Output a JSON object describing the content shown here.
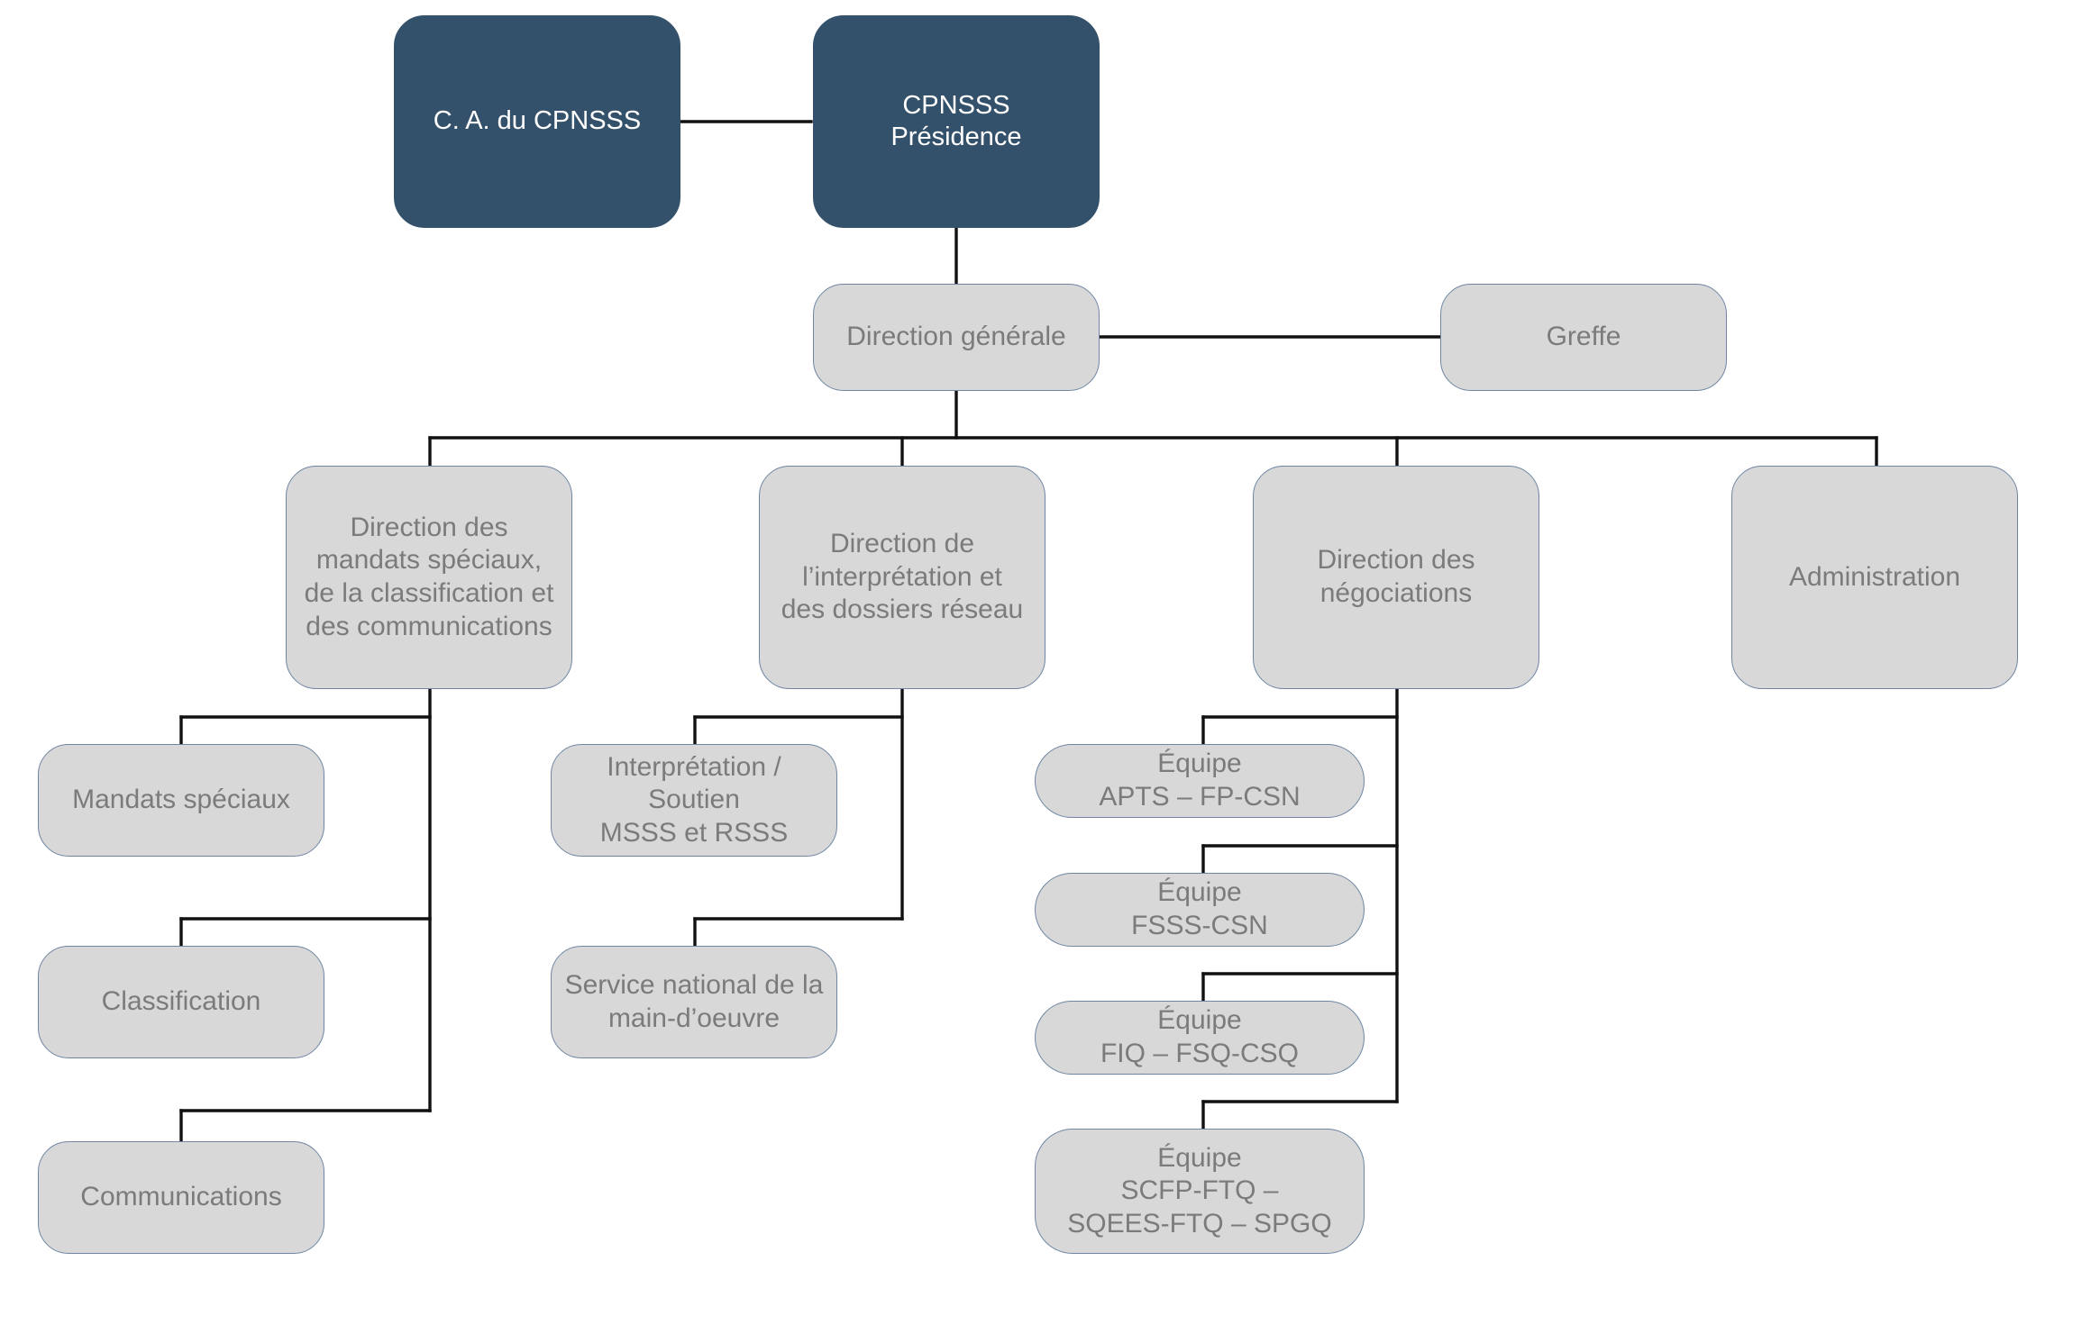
{
  "diagram": {
    "nodes": {
      "ca": "C. A. du CPNSSS",
      "presidence": "CPNSSS\nPrésidence",
      "direction_generale": "Direction générale",
      "greffe": "Greffe",
      "dir_mandats": "Direction des\nmandats spéciaux,\nde la classification et\ndes communications",
      "dir_interpretation": "Direction de\nl’interprétation et\ndes dossiers réseau",
      "dir_negociations": "Direction des\nnégociations",
      "administration": "Administration",
      "mandats_speciaux": "Mandats spéciaux",
      "classification": "Classification",
      "communications": "Communications",
      "interpretation_soutien": "Interprétation /\nSoutien\nMSSS et RSSS",
      "service_national": "Service national de la\nmain-d’oeuvre",
      "equipe_apts": "Équipe\nAPTS – FP-CSN",
      "equipe_fsss": "Équipe\nFSSS-CSN",
      "equipe_fiq": "Équipe\nFIQ – FSQ-CSQ",
      "equipe_scfp": "Équipe\nSCFP-FTQ –\nSQEES-FTQ – SPGQ"
    }
  }
}
